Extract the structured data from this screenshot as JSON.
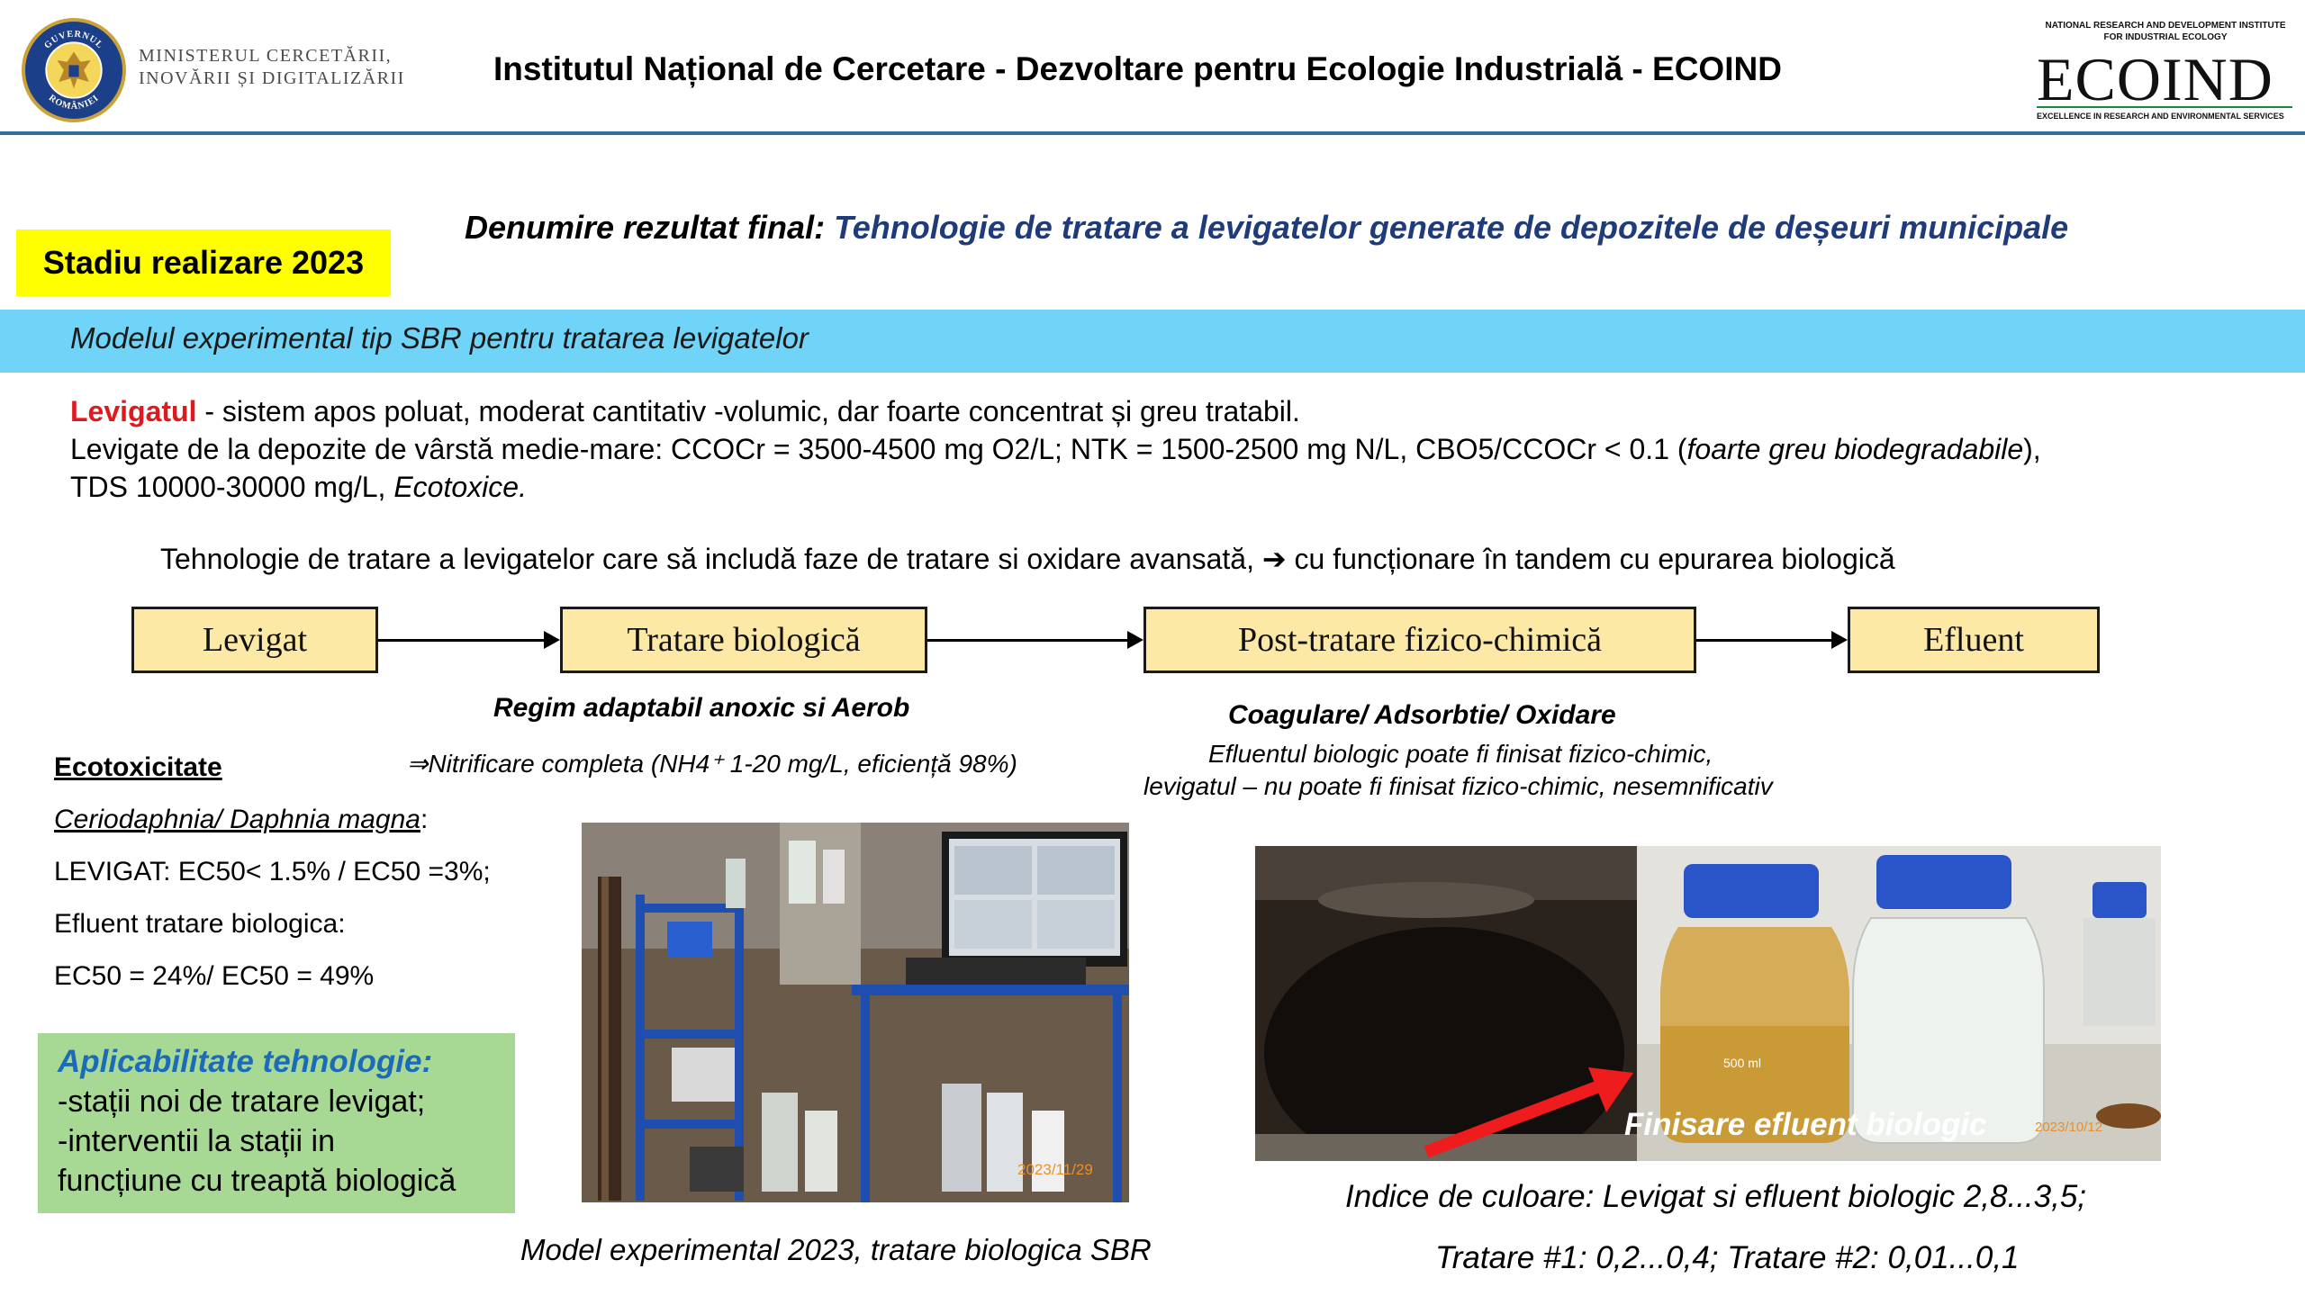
{
  "header": {
    "ministry_line1": "Ministerul Cercetării,",
    "ministry_line2": "Inovării și Digitalizării",
    "institute_title": "Institutul Național de Cercetare - Dezvoltare pentru Ecologie Industrială - ECOIND",
    "ecoind_top_line1": "NATIONAL RESEARCH AND DEVELOPMENT INSTITUTE",
    "ecoind_top_line2": "FOR INDUSTRIAL ECOLOGY",
    "ecoind_logo": "ECOIND",
    "ecoind_tagline": "EXCELLENCE IN RESEARCH AND ENVIRONMENTAL SERVICES",
    "seal_top_text": "GUVERNUL",
    "seal_bottom_text": "ROMÂNIEI"
  },
  "stage_badge": "Stadiu realizare 2023",
  "final_title": {
    "label": "Denumire rezultat final:",
    "value": "Tehnologie de tratare a levigatelor generate de depozitele de deșeuri municipale"
  },
  "band_text": "Modelul experimental tip SBR pentru tratarea levigatelor",
  "description": {
    "term": "Levigatul",
    "line1_rest": " - sistem apos poluat, moderat cantitativ -volumic, dar foarte concentrat și greu tratabil.",
    "line2_main": "Levigate de la depozite de vârstă medie-mare: CCOCr = 3500-4500 mg O2/L; NTK = 1500-2500 mg N/L, CBO5/CCOCr < 0.1 (",
    "line2_italic": "foarte greu biodegradabile",
    "line2_end": "),",
    "line3_main": "TDS 10000-30000 mg/L, ",
    "line3_italic": "Ecotoxice."
  },
  "technology_line": {
    "before": "Tehnologie de tratare a levigatelor care să includă faze de tratare si oxidare avansată, ",
    "arrow": "➔",
    "after": " cu funcționare în tandem cu epurarea biologică"
  },
  "flow": {
    "steps": [
      "Levigat",
      "Tratare biologică",
      "Post-tratare fizico-chimică",
      "Efluent"
    ]
  },
  "bio_caption": "Regim adaptabil anoxic si Aerob",
  "bio_sub": "⇒Nitrificare completa (NH4⁺ 1-20 mg/L, eficiență 98%)",
  "post_caption": "Coagulare/ Adsorbtie/ Oxidare",
  "post_sub1": "Efluentul biologic poate fi finisat fizico-chimic,",
  "post_sub2": "levigatul – nu poate fi finisat fizico-chimic, nesemnificativ",
  "ecotox": {
    "title": "Ecotoxicitate",
    "species": "Ceriodaphnia/ Daphnia magna",
    "species_colon": ":",
    "line1": "LEVIGAT: EC50< 1.5% / EC50 =3%;",
    "line2": "Efluent tratare biologica:",
    "line3": "EC50 = 24%/ EC50 = 49%"
  },
  "applicability": {
    "title": "Aplicabilitate tehnologie:",
    "line1": "-stații noi de tratare levigat;",
    "line2": "-interventii la stații in",
    "line3": "funcțiune cu treaptă biologică"
  },
  "photo1": {
    "timestamp": "2023/11/29",
    "caption": "Model experimental 2023, tratare biologica  SBR"
  },
  "photo2": {
    "overlay_label": "Finisare efluent biologic",
    "timestamp": "2023/10/12",
    "bottle_mark": "500 ml"
  },
  "color_index": {
    "line1": "Indice de culoare:  Levigat si efluent biologic 2,8...3,5;",
    "line2": "Tratare #1: 0,2...0,4; Tratare #2: 0,01...0,1"
  },
  "colors": {
    "header_rule": "#2e6f9e",
    "badge_yellow": "#ffff00",
    "band_blue": "#6fd4f7",
    "title_blue": "#1f3b7a",
    "accent_red": "#e0191e",
    "box_fill": "#fde9a6",
    "applicability_green": "#a8d994",
    "applicability_title": "#1c6bb8"
  }
}
